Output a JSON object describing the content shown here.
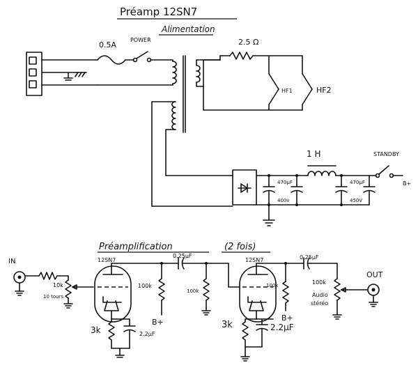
{
  "titles": {
    "main": "Préamp 12SN7",
    "sub1": "Alimentation",
    "sub2": "Préamplification",
    "sub2_note": "(2 fois)"
  },
  "power_supply": {
    "fuse": "0.5A",
    "switch": "POWER",
    "resistor": "2.5 Ω",
    "heater1": "HF1",
    "heater2": "HF2",
    "choke": "1 H",
    "standby": "STANDBY",
    "cap1_value": "470µF",
    "cap1_voltage": "400v",
    "cap2_value": "470µF",
    "cap2_voltage": "450V",
    "bplus": "B+"
  },
  "preamp": {
    "in": "IN",
    "pot_in_value": "10k",
    "pot_in_note": "10 tours",
    "tube1": "12SN7",
    "tube2": "12SN7",
    "cap_coupling1": "0.25µF",
    "cap_coupling2": "0.25µF",
    "r_plate1": "100k",
    "r_grid2": "100k",
    "r_plate2": "100k",
    "bplus1": "B+",
    "bplus2": "B+",
    "r_cathode1": "3k",
    "c_cathode1": "2.2µF",
    "r_cathode2": "3k",
    "c_cathode2": "2.2µF",
    "pot_out_value": "100k",
    "pot_out_note1": "Audio",
    "pot_out_note2": "stéréo",
    "out": "OUT"
  }
}
